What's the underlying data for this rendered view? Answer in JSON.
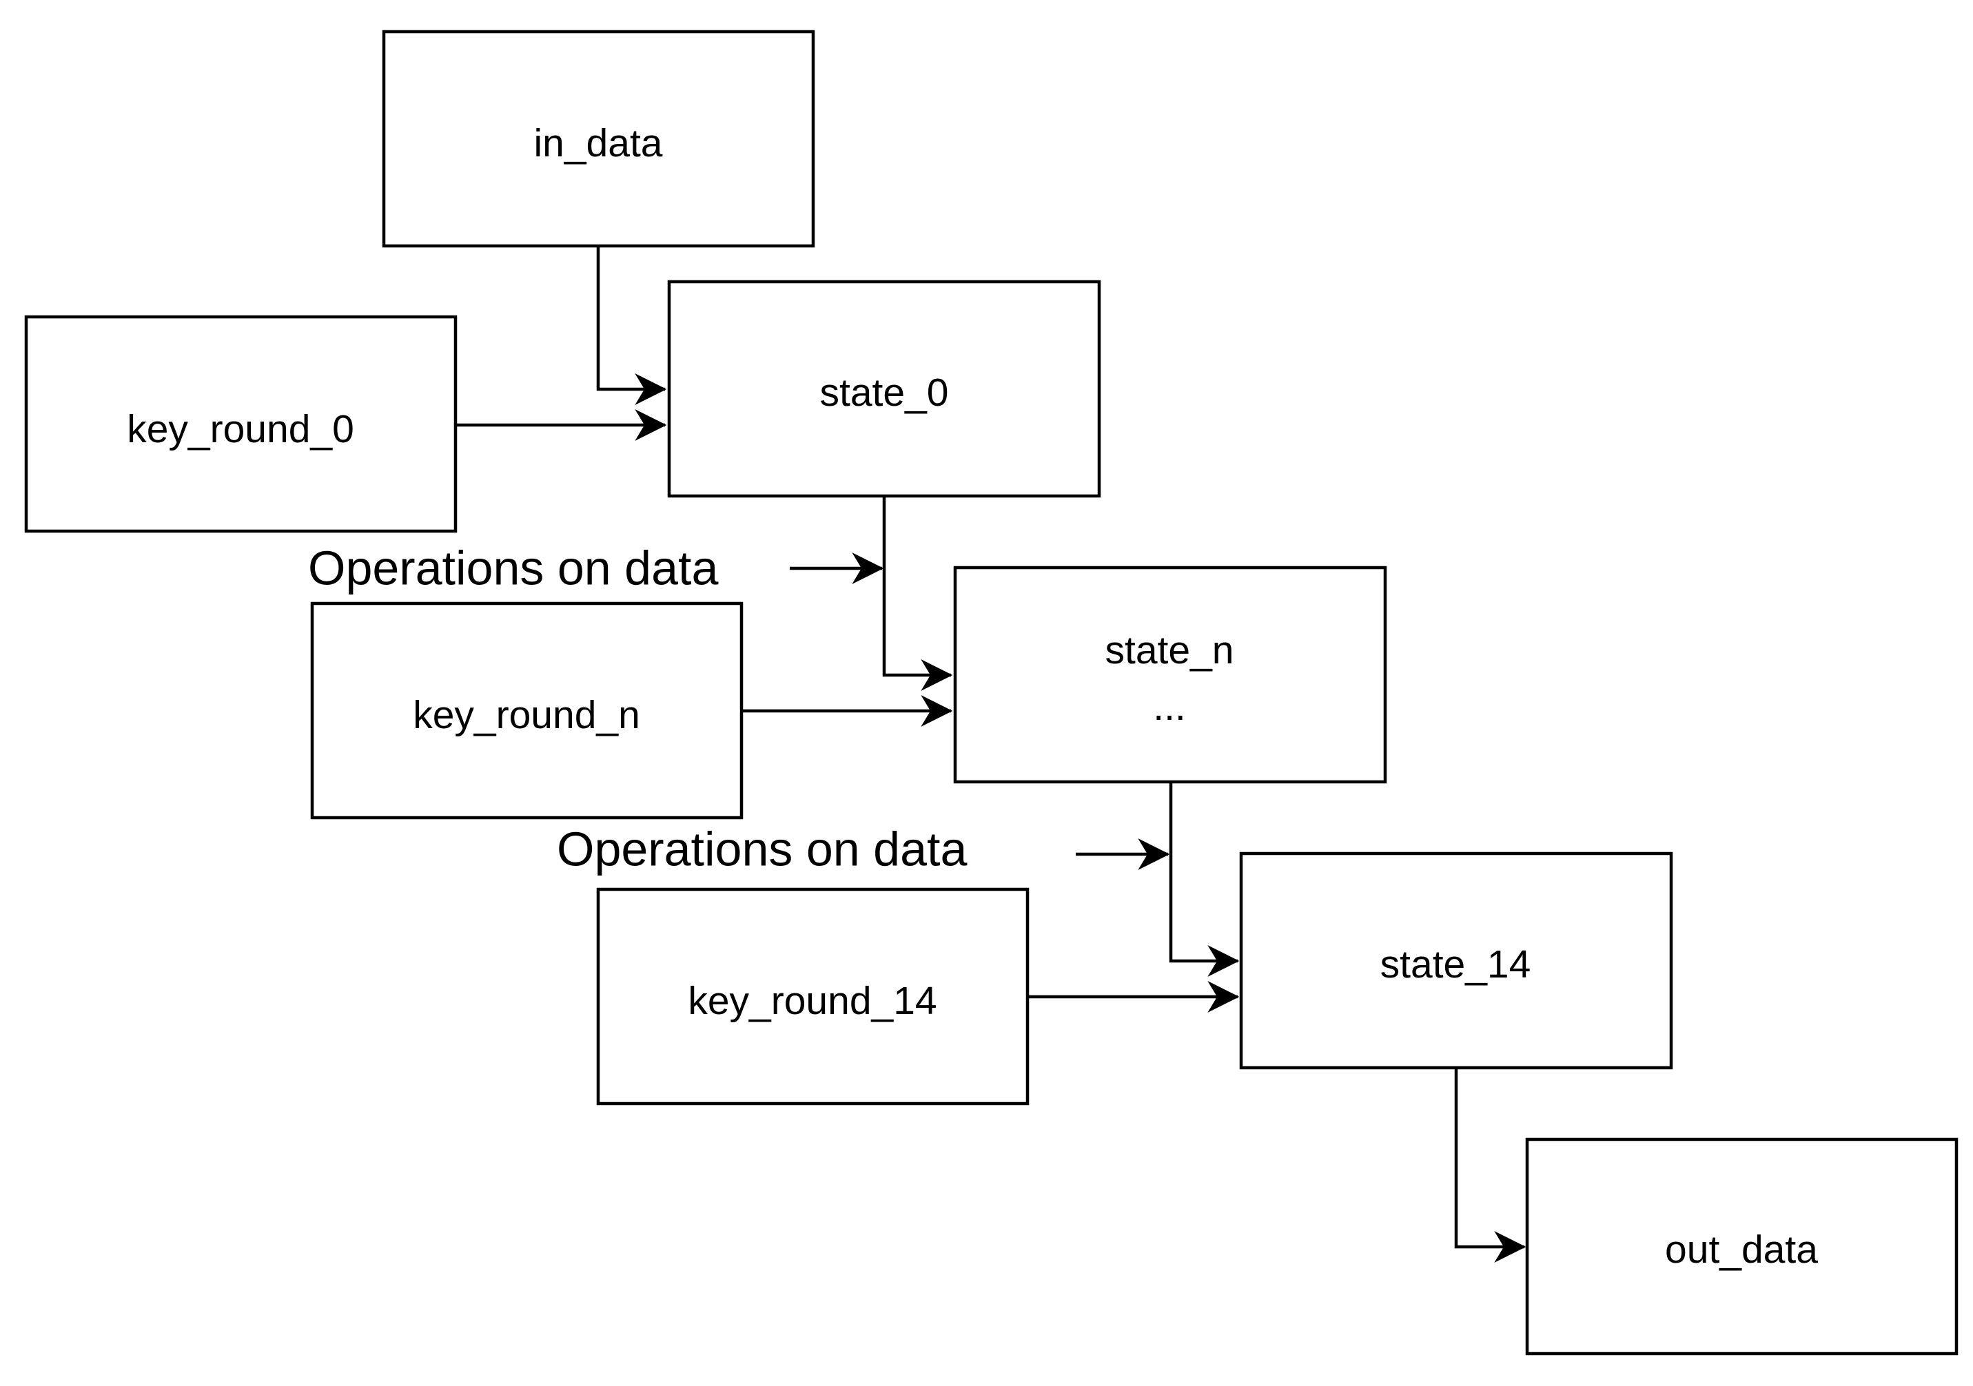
{
  "boxes": {
    "in_data": "in_data",
    "key_round_0": "key_round_0",
    "state_0": "state_0",
    "key_round_n": "key_round_n",
    "state_n": "state_n",
    "state_n_ellipsis": "...",
    "key_round_14": "key_round_14",
    "state_14": "state_14",
    "out_data": "out_data"
  },
  "operations": {
    "op_1": "Operations on data",
    "op_2": "Operations on data"
  },
  "colors": {
    "stroke": "#000000",
    "background": "#ffffff"
  }
}
